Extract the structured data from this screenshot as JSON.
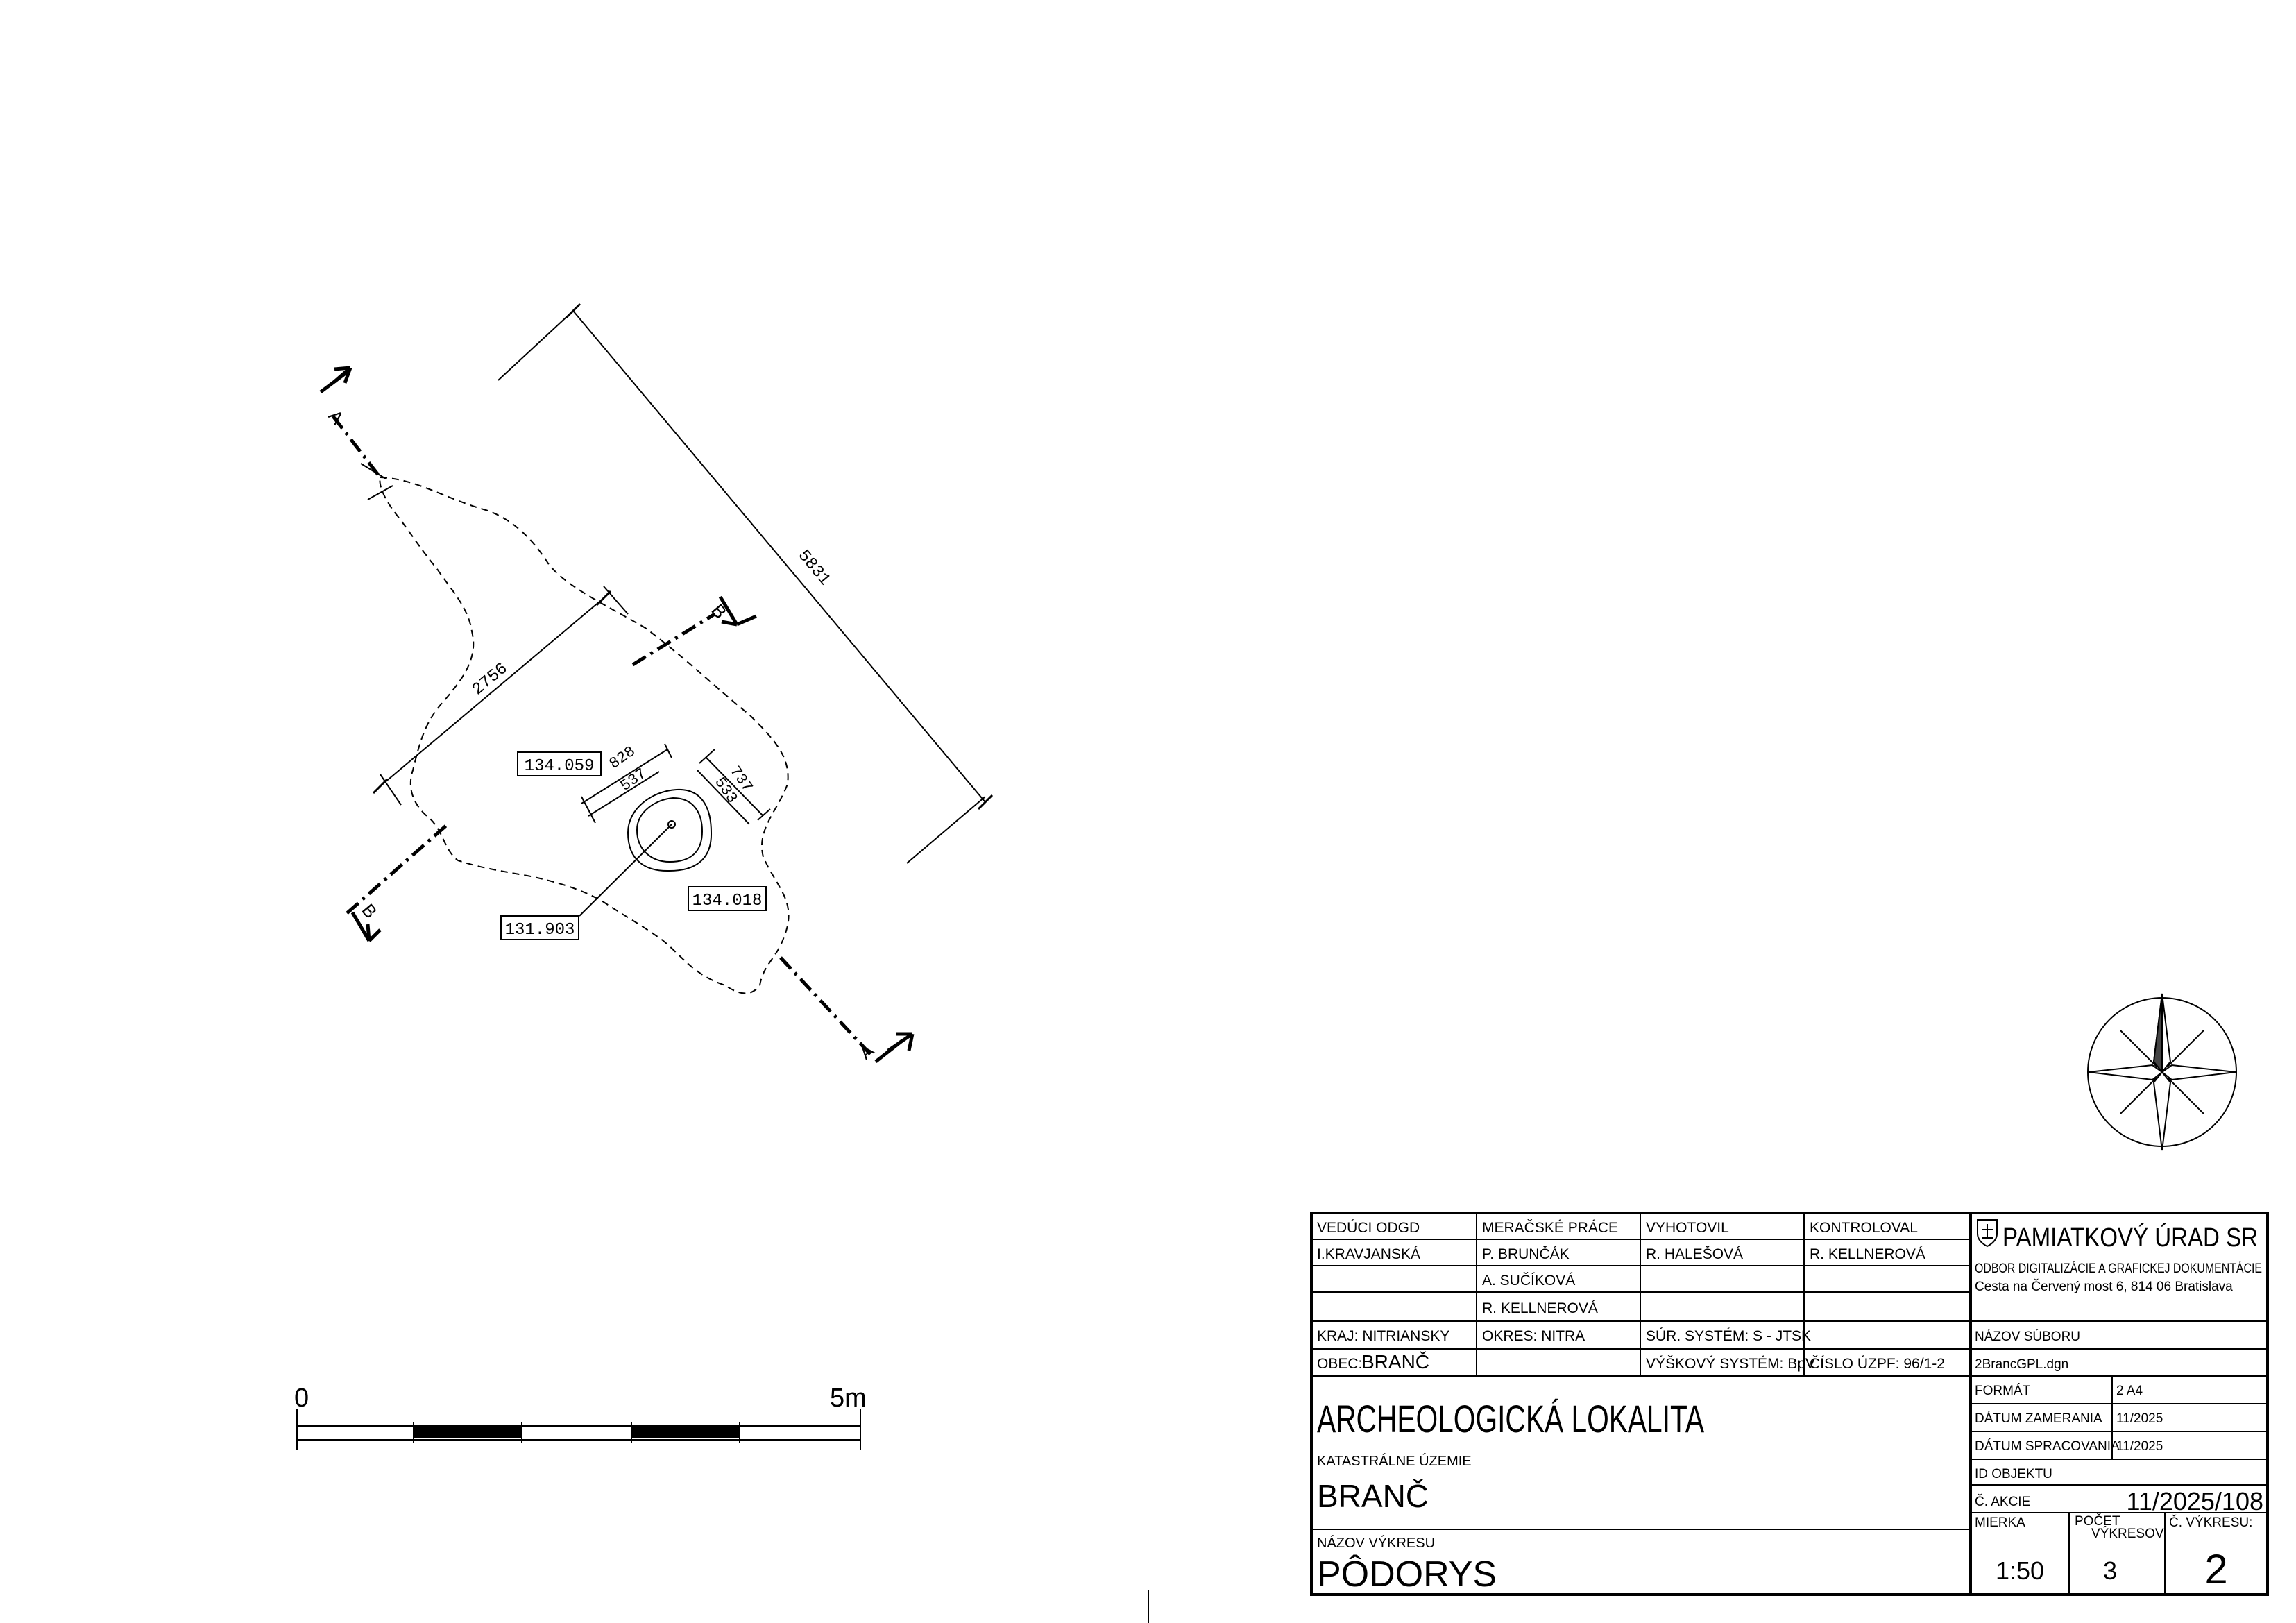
{
  "plan": {
    "dim_overall": "5831",
    "dim_width": "2756",
    "dim_outer_a": "828",
    "dim_inner_a": "537",
    "dim_outer_b": "737",
    "dim_inner_b": "533",
    "level_top": "134.059",
    "level_right": "134.018",
    "level_bottom": "131.903",
    "section_a": "A",
    "section_b": "B"
  },
  "scale_bar": {
    "start": "0",
    "end": "5m"
  },
  "title_block": {
    "head_labels": [
      "VEDÚCI ODGD",
      "MERAČSKÉ PRÁCE",
      "VYHOTOVIL",
      "KONTROLOVAL"
    ],
    "head_values": [
      "I.KRAVJANSKÁ",
      "P. BRUNČÁK",
      "R. HALEŠOVÁ",
      "R. KELLNEROVÁ"
    ],
    "surveyors_extra": [
      "A. SUČÍKOVÁ",
      "R. KELLNEROVÁ"
    ],
    "kraj": "KRAJ: NITRIANSKY",
    "okres": "OKRES: NITRA",
    "sur_system": "SÚR. SYSTÉM: S - JTSK",
    "obec_label": "OBEC:",
    "obec_value": "BRANČ",
    "vysk_system": "VÝŠKOVÝ SYSTÉM: BpV",
    "cislo_uzpf": "ČÍSLO ÚZPF: 96/1-2",
    "project_title": "ARCHEOLOGICKÁ LOKALITA",
    "katastralne_label": "KATASTRÁLNE ÚZEMIE",
    "katastralne_value": "BRANČ",
    "nazov_vykresu_label": "NÁZOV VÝKRESU",
    "nazov_vykresu_value": "PÔDORYS",
    "office_name": "PAMIATKOVÝ ÚRAD SR",
    "office_dept": "ODBOR DIGITALIZÁCIE A GRAFICKEJ DOKUMENTÁCIE",
    "office_address": "Cesta na Červený most 6, 814 06 Bratislava",
    "nazov_suboru_label": "NÁZOV SÚBORU",
    "nazov_suboru_value": "2BrancGPL.dgn",
    "format_label": "FORMÁT",
    "format_value": "2 A4",
    "datum_zamerania_label": "DÁTUM ZAMERANIA",
    "datum_zamerania_value": "11/2025",
    "datum_spracovania_label": "DÁTUM SPRACOVANIA",
    "datum_spracovania_value": "11/2025",
    "id_objektu_label": "ID OBJEKTU",
    "c_akcie_label": "Č. AKCIE",
    "c_akcie_value": "11/2025/108",
    "mierka_label": "MIERKA",
    "mierka_value": "1:50",
    "pocet_label_1": "POČET",
    "pocet_label_2": "VÝKRESOV",
    "pocet_value": "3",
    "c_vykresu_label": "Č. VÝKRESU:",
    "c_vykresu_value": "2"
  }
}
